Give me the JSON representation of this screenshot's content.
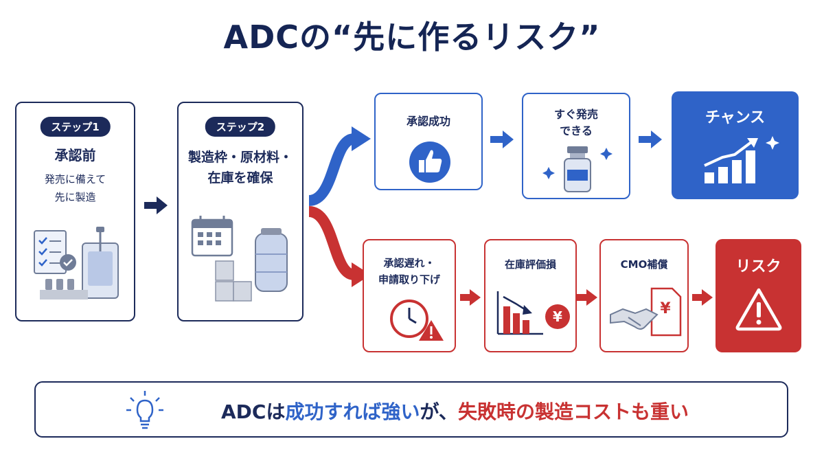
{
  "title": "ADCの“先に作るリスク”",
  "step1": {
    "pill": "ステップ1",
    "heading": "承認前",
    "line1": "発売に備えて",
    "line2": "先に製造"
  },
  "step2": {
    "pill": "ステップ2",
    "line1": "製造枠・原材料・",
    "line2": "在庫を確保"
  },
  "success": {
    "box1": "承認成功",
    "box2_line1": "すぐ発売",
    "box2_line2": "できる",
    "result": "チャンス"
  },
  "failure": {
    "box1_line1": "承認遅れ・",
    "box1_line2": "申請取り下げ",
    "box2": "在庫評価損",
    "box3": "CMO補償",
    "result": "リスク",
    "yen": "¥"
  },
  "bottom": {
    "part1": "ADCは",
    "part2": "成功すれば強い",
    "part3": "が、",
    "part4": "失敗時の製造コストも重い"
  },
  "colors": {
    "navy": "#1c2a5a",
    "blue": "#2f63c8",
    "red": "#c83232"
  }
}
